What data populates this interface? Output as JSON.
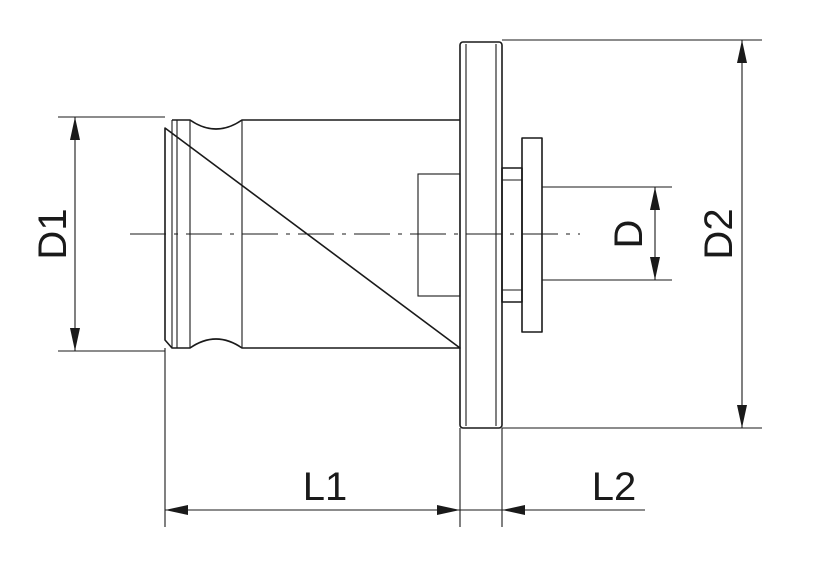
{
  "labels": {
    "d1": "D1",
    "d": "D",
    "d2": "D2",
    "l1": "L1",
    "l2": "L2"
  }
}
